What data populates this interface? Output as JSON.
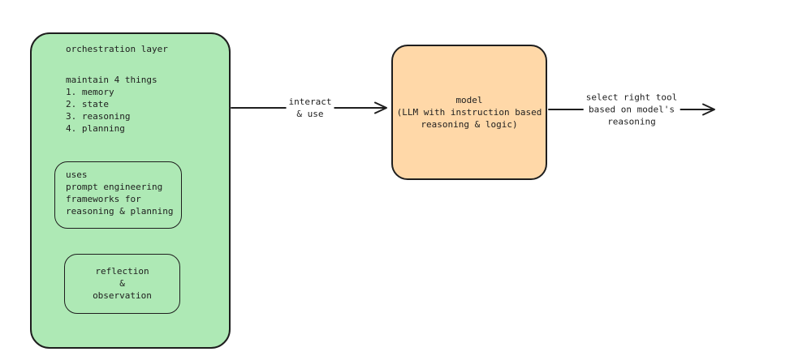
{
  "orchestration": {
    "title": "orchestration layer",
    "maintain_list": "maintain 4 things\n1. memory\n2. state\n3. reasoning\n4. planning",
    "uses_box_text": "uses\nprompt engineering\nframeworks for\nreasoning & planning",
    "reflection_box_text": "reflection\n&\nobservation"
  },
  "model": {
    "text": "model\n(LLM with instruction based\nreasoning & logic)"
  },
  "arrows": {
    "interact_label": "interact\n& use",
    "select_tool_label": "select right tool\nbased on model's\nreasoning"
  },
  "colors": {
    "green_fill": "#aee9b5",
    "orange_fill": "#ffd8a8",
    "stroke": "#1e1e1e",
    "background": "#ffffff"
  }
}
